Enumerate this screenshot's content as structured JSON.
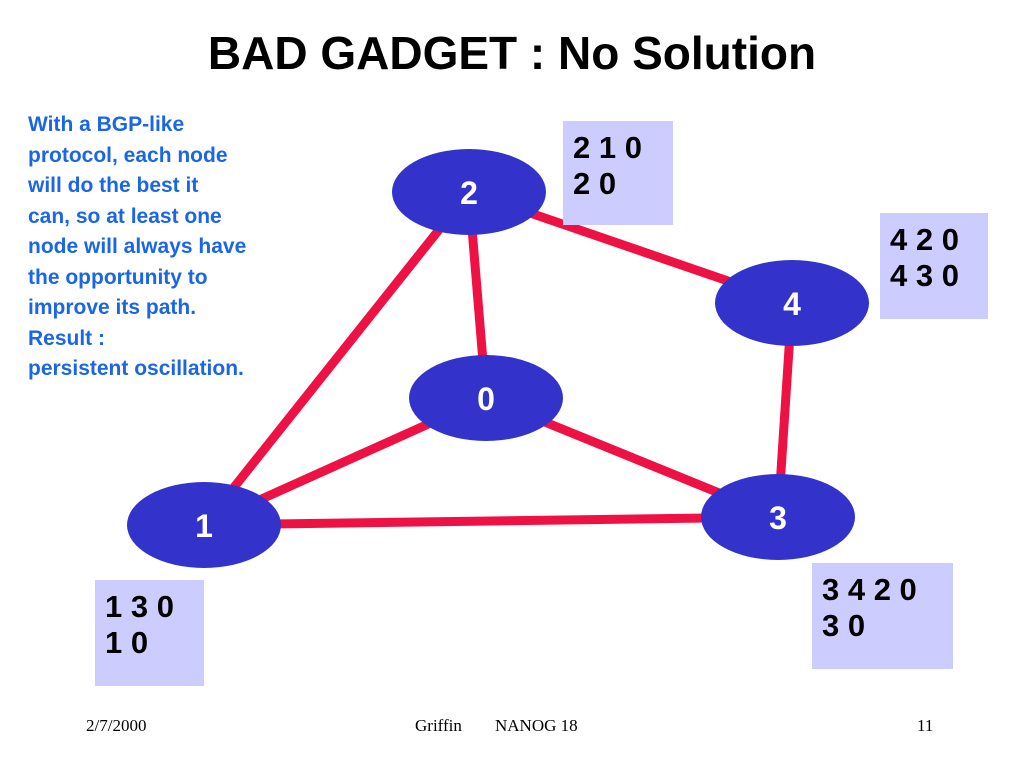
{
  "slide": {
    "title": "BAD GADGET : No Solution",
    "description_lines": [
      "With a BGP-like",
      "protocol, each node",
      "will do the best it",
      "can, so at least one",
      "node will always have",
      "the opportunity to",
      "improve its path.",
      "Result :",
      "persistent oscillation."
    ]
  },
  "diagram": {
    "node_color": "#3333cc",
    "edge_color": "#ee1144",
    "text_color": "#1a66e6",
    "box_color": "#ccccff",
    "nodes": [
      {
        "id": "0",
        "label": "0"
      },
      {
        "id": "1",
        "label": "1"
      },
      {
        "id": "2",
        "label": "2"
      },
      {
        "id": "3",
        "label": "3"
      },
      {
        "id": "4",
        "label": "4"
      }
    ],
    "edges": [
      {
        "from": "2",
        "to": "0"
      },
      {
        "from": "2",
        "to": "4"
      },
      {
        "from": "2",
        "to": "1"
      },
      {
        "from": "0",
        "to": "1"
      },
      {
        "from": "0",
        "to": "3"
      },
      {
        "from": "1",
        "to": "3"
      },
      {
        "from": "4",
        "to": "3"
      }
    ],
    "path_preferences": [
      {
        "node": "2",
        "lines": [
          "2 1 0",
          "2 0"
        ]
      },
      {
        "node": "4",
        "lines": [
          "4 2 0",
          "4 3 0"
        ]
      },
      {
        "node": "1",
        "lines": [
          "1 3 0",
          "1 0"
        ]
      },
      {
        "node": "3",
        "lines": [
          "3 4 2 0",
          "3 0"
        ]
      }
    ]
  },
  "footer": {
    "date": "2/7/2000",
    "author": "Griffin",
    "event": "NANOG 18",
    "page_number": "11"
  }
}
